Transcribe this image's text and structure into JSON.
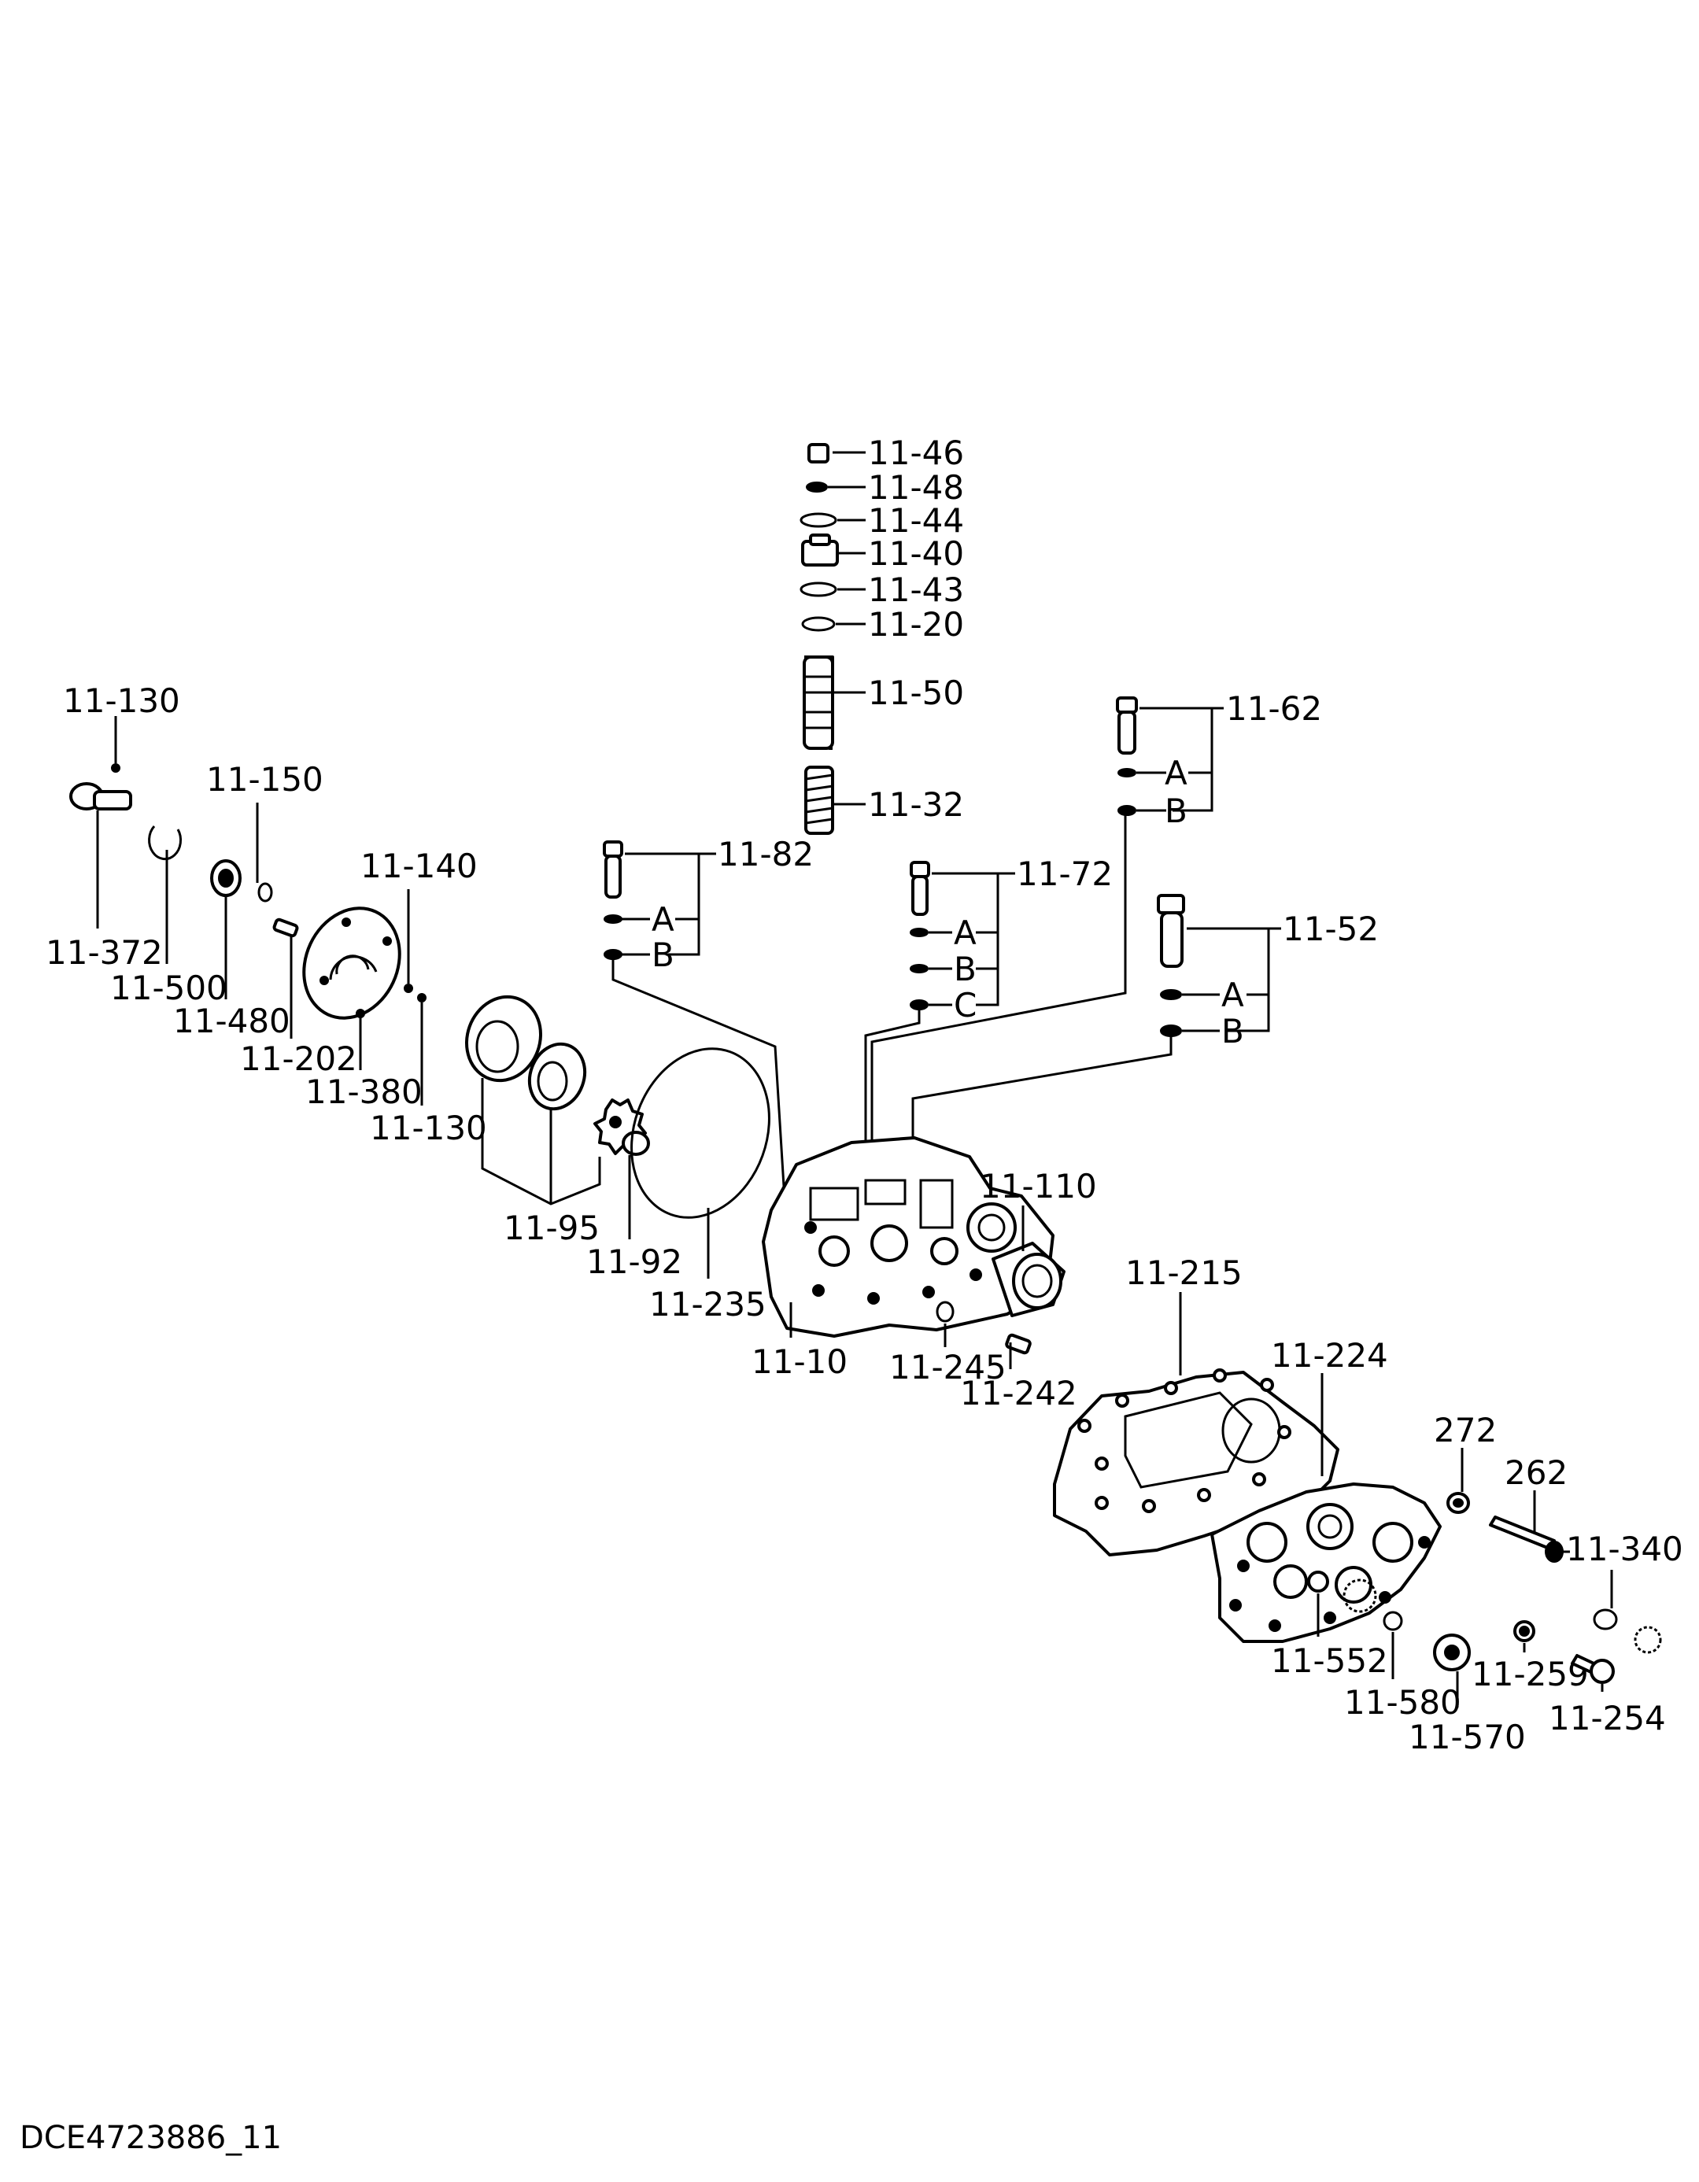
{
  "labels": {
    "p11_46": "11-46",
    "p11_48": "11-48",
    "p11_44": "11-44",
    "p11_40": "11-40",
    "p11_43": "11-43",
    "p11_20": "11-20",
    "p11_50": "11-50",
    "p11_32": "11-32",
    "p11_62": "11-62",
    "p11_82": "11-82",
    "p11_72": "11-72",
    "p11_52": "11-52",
    "p11_130_top": "11-130",
    "p11_150": "11-150",
    "p11_140": "11-140",
    "p11_372": "11-372",
    "p11_500": "11-500",
    "p11_480": "11-480",
    "p11_202": "11-202",
    "p11_380": "11-380",
    "p11_130_bottom": "11-130",
    "p11_95": "11-95",
    "p11_92": "11-92",
    "p11_235": "11-235",
    "p11_10": "11-10",
    "p11_110": "11-110",
    "p11_245": "11-245",
    "p11_242": "11-242",
    "p11_215": "11-215",
    "p11_224": "11-224",
    "p272": "272",
    "p262": "262",
    "p11_340": "11-340",
    "p11_552": "11-552",
    "p11_580": "11-580",
    "p11_570": "11-570",
    "p11_259": "11-259",
    "p11_254": "11-254"
  },
  "sub_labels": {
    "s62_a": "A",
    "s62_b": "B",
    "s82_a": "A",
    "s82_b": "B",
    "s72_a": "A",
    "s72_b": "B",
    "s72_c": "C",
    "s52_a": "A",
    "s52_b": "B"
  },
  "footer": {
    "drawing_id": "DCE4723886_11"
  }
}
